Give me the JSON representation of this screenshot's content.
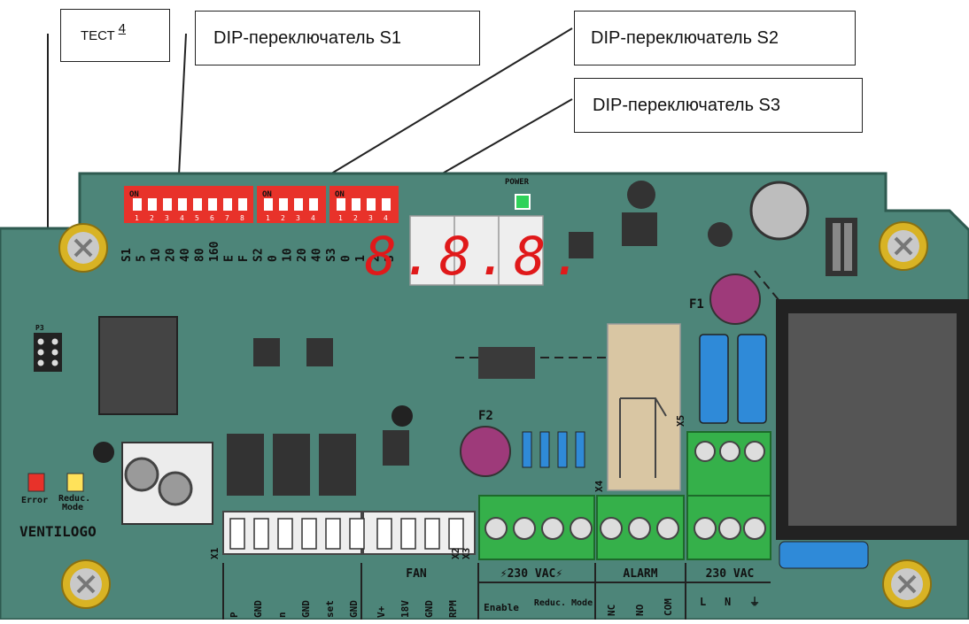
{
  "callouts": {
    "test_label": "ТЕСТ",
    "test_ref": "4",
    "s1": "DIP-переключатель S1",
    "s2": "DIP-переключатель S2",
    "s3": "DIP-переключатель S3"
  },
  "board": {
    "on_label": "ON",
    "power_label": "POWER",
    "display": "8.8.8.",
    "dip_s1_numbers": [
      "1",
      "2",
      "3",
      "4",
      "5",
      "6",
      "7",
      "8"
    ],
    "dip_s2_numbers": [
      "1",
      "2",
      "3",
      "4"
    ],
    "dip_s3_numbers": [
      "1",
      "2",
      "3",
      "4"
    ],
    "s1_values": [
      "S1",
      "5",
      "10",
      "20",
      "40",
      "80",
      "160",
      "E",
      "F"
    ],
    "s2_values": [
      "S2",
      "0",
      "10",
      "20",
      "40"
    ],
    "s3_values": [
      "S3",
      "0",
      "1",
      "2",
      "3"
    ],
    "fuse_labels": [
      "F1",
      "F2"
    ],
    "connector_labels": [
      "X1",
      "X2",
      "X3",
      "X4",
      "X5"
    ],
    "pin_labels": [
      "P",
      "GND",
      "n",
      "GND",
      "set",
      "GND",
      "V+",
      "18V",
      "GND",
      "RPM"
    ],
    "fan_label": "FAN",
    "power_230_label": "⚡230  VAC⚡",
    "enable_label": "Enable",
    "reduc_mode_label": "Reduc. Mode",
    "alarm_label": "ALARM",
    "alarm_pins": [
      "NC",
      "NO",
      "COM"
    ],
    "mains_label": "230  VAC",
    "mains_pins": [
      "L",
      "N",
      "⏚"
    ],
    "led_labels": [
      "Error",
      "Reduc.",
      "Mode"
    ],
    "brand": "VENTILOGO",
    "jumper_label": "P3"
  },
  "colors": {
    "pcb": "#4d8579",
    "pcb_edge": "#2e5a50",
    "dip_red": "#e8322a",
    "terminal_green": "#35b04a",
    "fuse_blue": "#2f8ad8",
    "relay_beige": "#d9c6a3",
    "screw_gold": "#d8b324",
    "display_red": "#e0191a"
  }
}
